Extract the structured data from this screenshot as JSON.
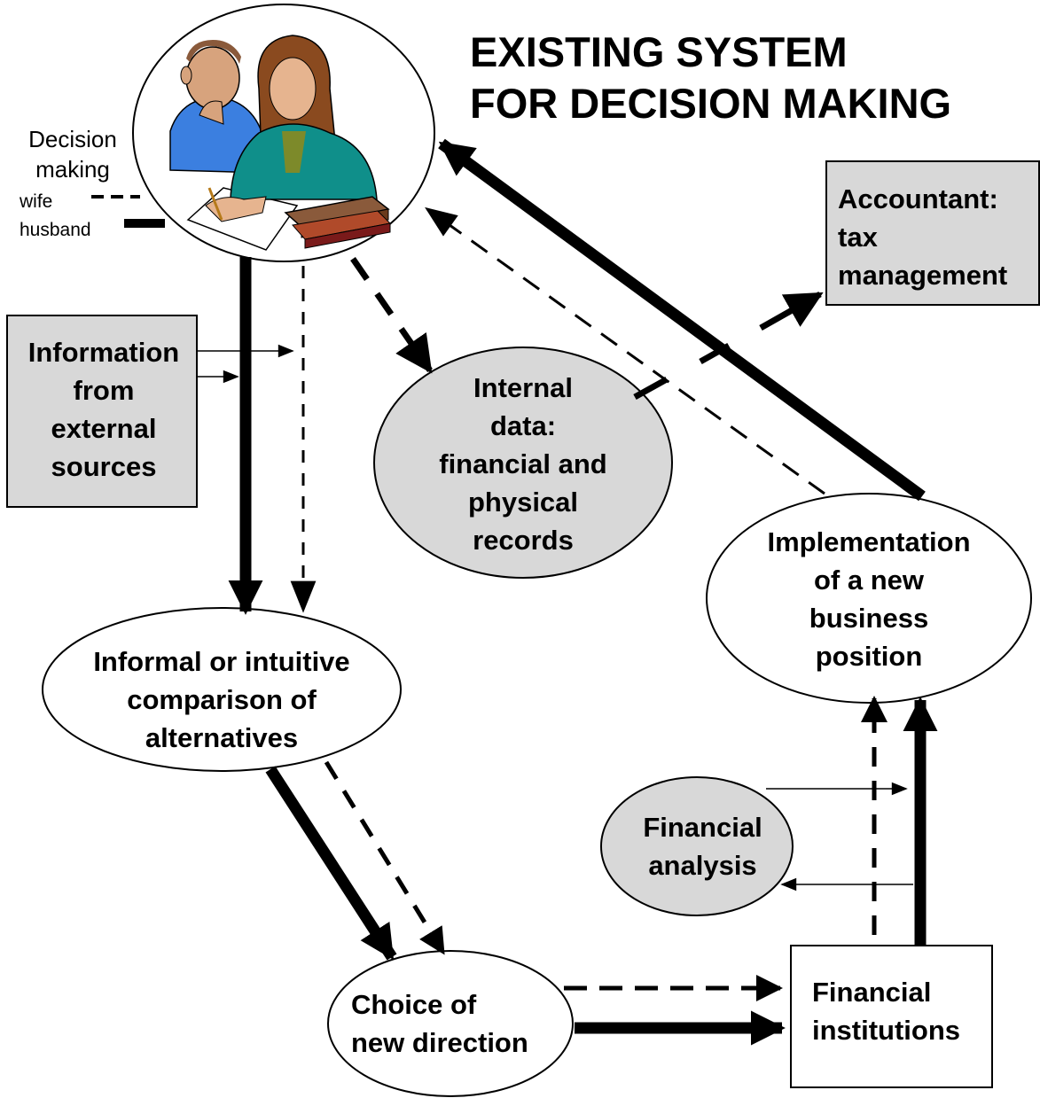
{
  "title": {
    "line1": "EXISTING SYSTEM",
    "line2": "FOR DECISION MAKING"
  },
  "legend": {
    "heading_line1": "Decision",
    "heading_line2": "making",
    "wife": "wife",
    "husband": "husband"
  },
  "nodes": {
    "external_info": {
      "lines": [
        "Information",
        "from",
        "external",
        "sources"
      ]
    },
    "internal_data": {
      "lines": [
        "Internal",
        "data:",
        "financial and",
        "physical",
        "records"
      ]
    },
    "accountant": {
      "lines": [
        "Accountant:",
        "tax",
        "management"
      ]
    },
    "comparison": {
      "lines": [
        "Informal or intuitive",
        "comparison of",
        "alternatives"
      ]
    },
    "implementation": {
      "lines": [
        "Implementation",
        "of a new",
        "business",
        "position"
      ]
    },
    "financial_analysis": {
      "lines": [
        "Financial",
        "analysis"
      ]
    },
    "choice": {
      "lines": [
        "Choice of",
        "new direction"
      ]
    },
    "institutions": {
      "lines": [
        "Financial",
        "institutions"
      ]
    }
  },
  "colors": {
    "shaded_fill": "#d8d8d8",
    "plain_fill": "#ffffff",
    "stroke": "#000000"
  }
}
